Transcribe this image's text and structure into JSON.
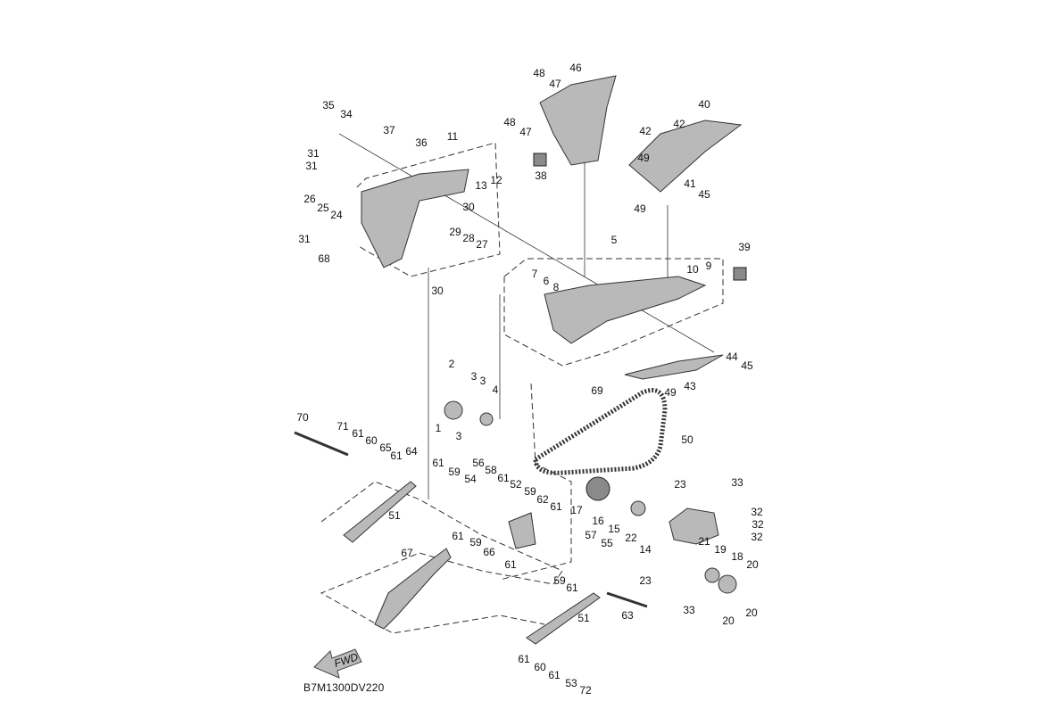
{
  "diagram_code": "B7M1300DV220",
  "fwd_arrow_text": "FWD",
  "callouts": [
    "35",
    "34",
    "37",
    "36",
    "11",
    "31",
    "31",
    "13",
    "12",
    "38",
    "26",
    "25",
    "24",
    "30",
    "31",
    "29",
    "28",
    "27",
    "68",
    "30",
    "48",
    "47",
    "46",
    "48",
    "47",
    "40",
    "42",
    "42",
    "49",
    "41",
    "45",
    "49",
    "5",
    "39",
    "10",
    "9",
    "7",
    "6",
    "8",
    "2",
    "3",
    "3",
    "4",
    "1",
    "3",
    "69",
    "44",
    "45",
    "43",
    "49",
    "50",
    "70",
    "71",
    "61",
    "60",
    "65",
    "61",
    "64",
    "61",
    "59",
    "56",
    "58",
    "54",
    "61",
    "52",
    "59",
    "62",
    "61",
    "51",
    "61",
    "59",
    "66",
    "61",
    "67",
    "57",
    "55",
    "17",
    "16",
    "15",
    "22",
    "14",
    "23",
    "33",
    "32",
    "32",
    "32",
    "21",
    "19",
    "18",
    "20",
    "23",
    "20",
    "20",
    "33",
    "59",
    "61",
    "51",
    "63",
    "61",
    "60",
    "61",
    "53",
    "72"
  ]
}
